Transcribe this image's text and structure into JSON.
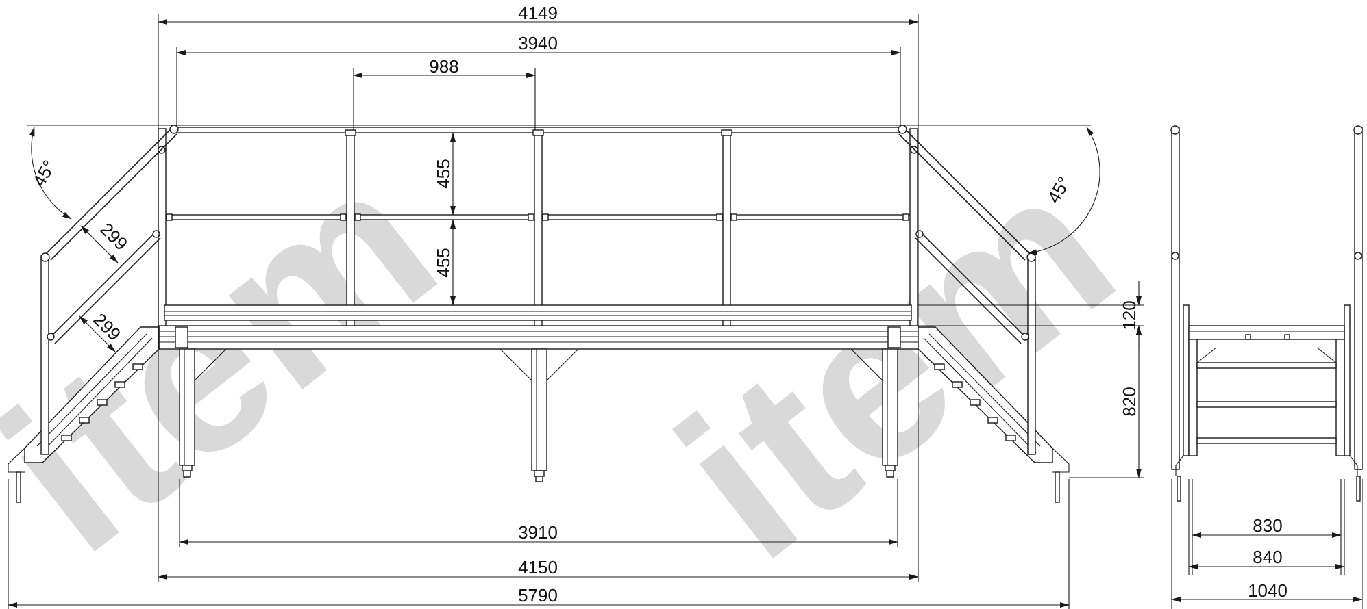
{
  "watermark": {
    "text": "item",
    "color": "#d9d9d9"
  },
  "line_color": "#1a1a1a",
  "side_view": {
    "dimensions": {
      "overall_top": "4149",
      "handrail_span": "3940",
      "post_spacing": "988",
      "rail_gap_upper": "455",
      "rail_gap_lower": "455",
      "toe_board": "120",
      "platform_height": "820",
      "support_span": "3910",
      "platform_length": "4150",
      "total_length": "5790",
      "angle_left": "45°",
      "angle_right": "45°",
      "stair_rail_gap_upper": "299",
      "stair_rail_gap_lower": "299"
    }
  },
  "end_view": {
    "dimensions": {
      "inner_width": "830",
      "frame_width": "840",
      "overall_width": "1040"
    }
  }
}
